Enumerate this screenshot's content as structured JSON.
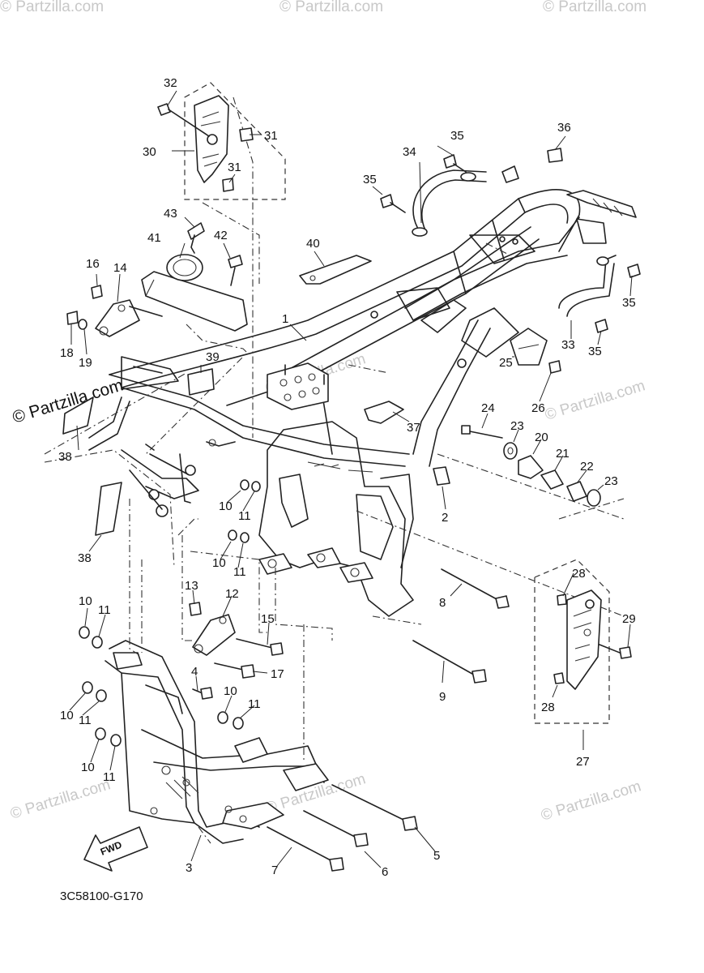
{
  "diagram": {
    "code": "3C58100-G170",
    "fwd_label": "FWD",
    "watermark_main": "© Partzilla.com",
    "watermark": "© Partzilla.com",
    "callouts": {
      "c1": "1",
      "c2": "2",
      "c3": "3",
      "c4": "4",
      "c5": "5",
      "c6": "6",
      "c7": "7",
      "c8": "8",
      "c9": "9",
      "c10": "10",
      "c11": "11",
      "c12": "12",
      "c13": "13",
      "c14": "14",
      "c15": "15",
      "c16": "16",
      "c17": "17",
      "c18": "18",
      "c19": "19",
      "c20": "20",
      "c21": "21",
      "c22": "22",
      "c23": "23",
      "c24": "24",
      "c25": "25",
      "c26": "26",
      "c27": "27",
      "c28": "28",
      "c29": "29",
      "c30": "30",
      "c31": "31",
      "c32": "32",
      "c33": "33",
      "c34": "34",
      "c35": "35",
      "c36": "36",
      "c37": "37",
      "c38": "38",
      "c39": "39",
      "c40": "40",
      "c41": "41",
      "c42": "42",
      "c43": "43"
    }
  }
}
